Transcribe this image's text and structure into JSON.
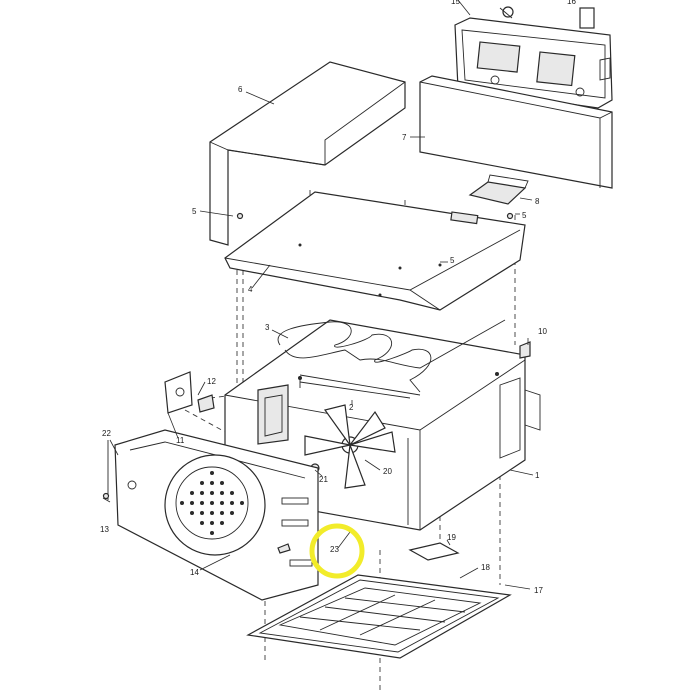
{
  "diagram": {
    "highlight_color": "#f2ec2a",
    "callouts": {
      "c1": "1",
      "c2": "2",
      "c3": "3",
      "c4": "4",
      "c5a": "5",
      "c5b": "5",
      "c5c": "5",
      "c6": "6",
      "c7": "7",
      "c8": "8",
      "c10": "10",
      "c11": "11",
      "c12": "12",
      "c13": "13",
      "c14": "14",
      "c15": "15",
      "c16": "16",
      "c17": "17",
      "c18": "18",
      "c19": "19",
      "c20": "20",
      "c21": "21",
      "c22": "22",
      "c23": "23"
    }
  }
}
